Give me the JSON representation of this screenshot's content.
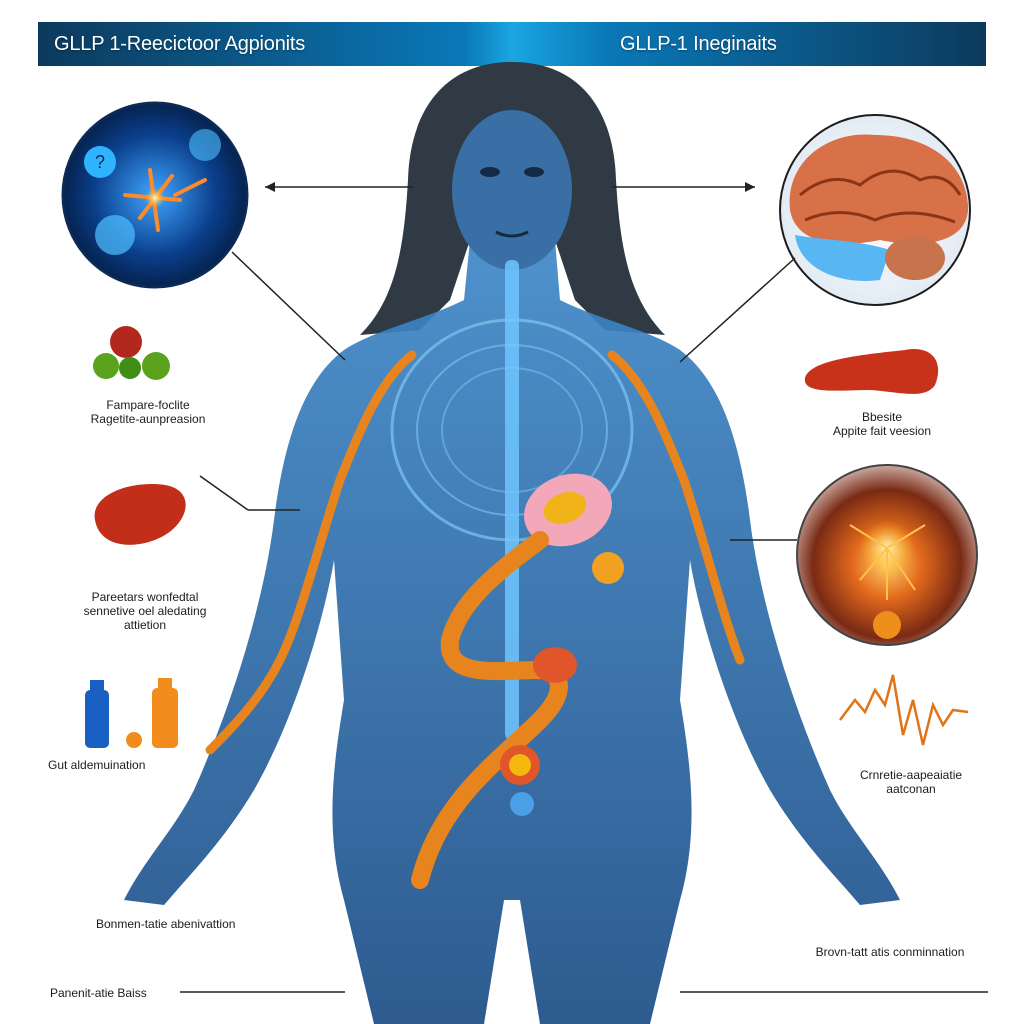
{
  "header": {
    "left_title": "GLLP 1-Reecictoor Agpionits",
    "right_title": "GLLP-1 Ineginaits"
  },
  "labels": {
    "appetite": [
      "Fampare-foclite",
      "Ragetite-aunpreasion"
    ],
    "pancreas": [
      "Pareetars wonfedtal",
      "sennetive oel aledating",
      "attietion"
    ],
    "gut": [
      "Gut aldemuination"
    ],
    "hormone": [
      "Bonmen-tatie abenivattion"
    ],
    "base": [
      "Panenit-atie Baiss"
    ],
    "fat": [
      "Bbesite",
      "Appite fait veesion"
    ],
    "curve": [
      "Crnretie-aapeaiatie",
      "aatconan"
    ],
    "combination": [
      "Brovn-tatt atis conminnation"
    ]
  },
  "colors": {
    "banner_dark": "#0c3a5c",
    "banner_light": "#1aa6e0",
    "body_blue": "#2a7cc4",
    "organ_orange": "#e8841e"
  }
}
